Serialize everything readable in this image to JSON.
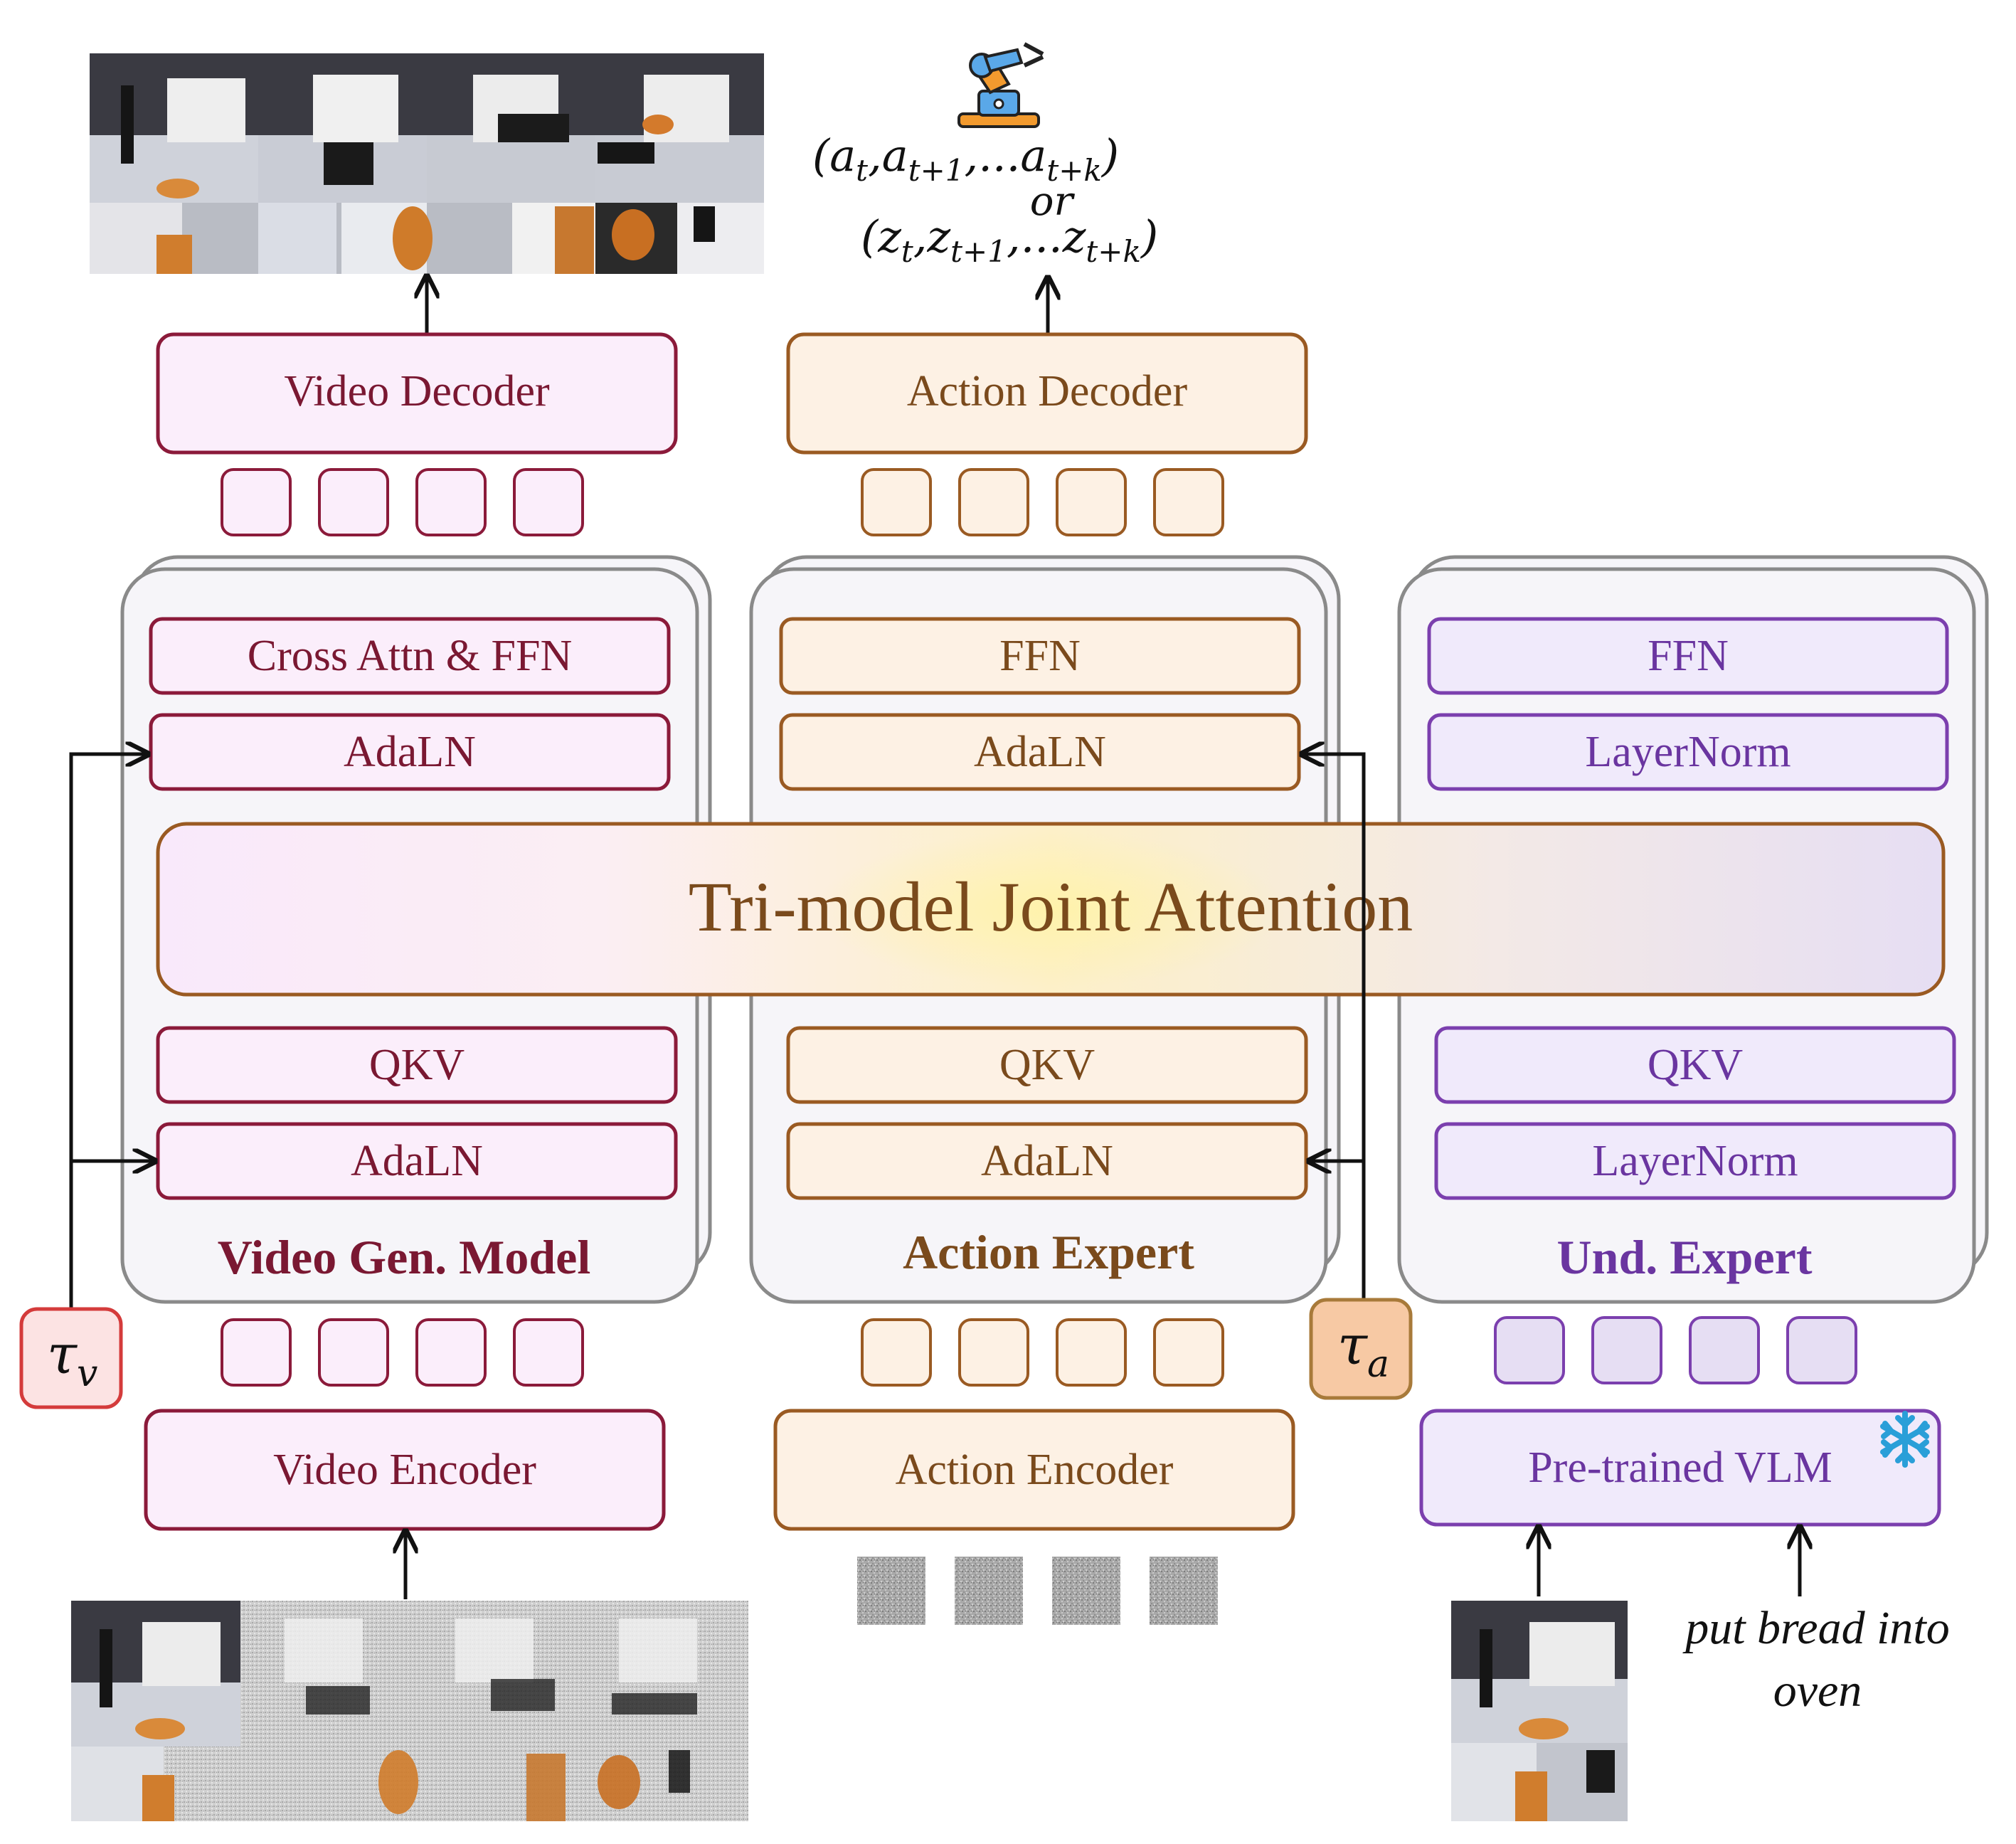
{
  "colors": {
    "video_border": "#8b1a3a",
    "video_fill": "#fbeefb",
    "video_text": "#7a1832",
    "action_border": "#9a5a22",
    "action_fill": "#fdf1e4",
    "action_text": "#7a4a1c",
    "und_border": "#7b3fae",
    "und_fill": "#f0eafb",
    "und_text": "#6a35a0",
    "panel_border": "#8a8a8a",
    "panel_fill": "#f6f5f9",
    "tau_v_fill": "#fce3e3",
    "tau_v_border": "#d43b3b",
    "tau_a_fill": "#f7c9a4",
    "tau_a_border": "#a87a3a",
    "snowflake": "#2a9fd8",
    "attention_text": "#7a4a1c"
  },
  "icons": [
    "robot-arm-icon",
    "snowflake-icon"
  ],
  "video_branch": {
    "decoder_label": "Video Decoder",
    "encoder_label": "Video Encoder",
    "panel_title": "Video Gen. Model",
    "layers": [
      "Cross Attn & FFN",
      "AdaLN",
      "QKV",
      "AdaLN"
    ]
  },
  "action_branch": {
    "decoder_label": "Action Decoder",
    "encoder_label": "Action Encoder",
    "panel_title": "Action Expert",
    "layers": [
      "FFN",
      "AdaLN",
      "QKV",
      "AdaLN"
    ],
    "output_actions": "(a",
    "output_or": "or"
  },
  "und_branch": {
    "vlm_label": "Pre-trained VLM",
    "panel_title": "Und. Expert",
    "layers": [
      "FFN",
      "LayerNorm",
      "QKV",
      "LayerNorm"
    ],
    "instruction_line1": "put bread into",
    "instruction_line2": "oven"
  },
  "joint_attention": "Tri-model Joint Attention",
  "tau_v": {
    "symbol": "τ",
    "sub": "v"
  },
  "tau_a": {
    "symbol": "τ",
    "sub": "a"
  }
}
